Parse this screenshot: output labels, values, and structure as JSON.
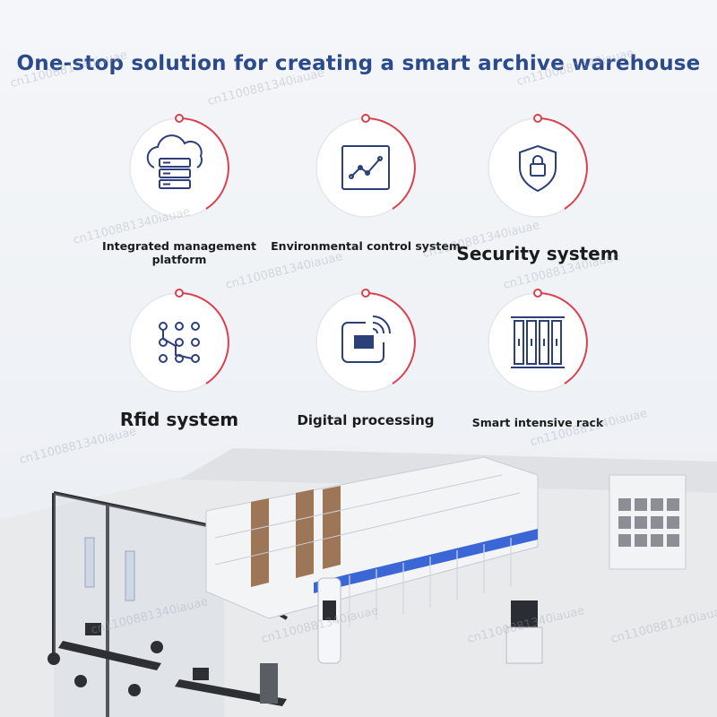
{
  "title": "One-stop solution for creating a smart archive warehouse",
  "features": [
    {
      "label": "Integrated management platform",
      "icon": "cloud-server-icon"
    },
    {
      "label": "Environmental control system",
      "icon": "line-chart-icon"
    },
    {
      "label": "Security system",
      "icon": "shield-lock-icon"
    },
    {
      "label": "Rfid system",
      "icon": "dot-pattern-icon"
    },
    {
      "label": "Digital processing",
      "icon": "rfid-wifi-icon"
    },
    {
      "label": "Smart intensive rack",
      "icon": "rack-icon"
    }
  ],
  "watermark": "cn1100881340iauae",
  "colors": {
    "title": "#2b4a8b",
    "icon": "#2c3f7a",
    "accent": "#d9414e",
    "rack_blue": "#3a66d6"
  }
}
